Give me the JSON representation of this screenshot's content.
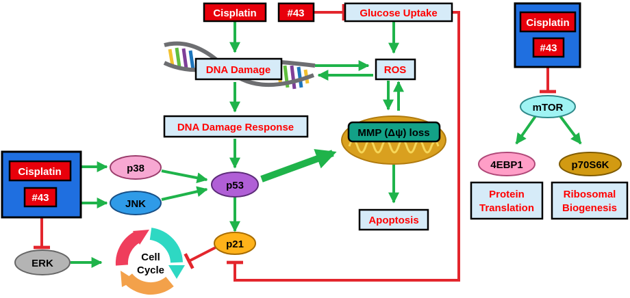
{
  "colors": {
    "green_arrow": "#1fb34a",
    "inhibit_red": "#e3262d",
    "red_box": "#e8000b",
    "blue_panel": "#1f6fe0",
    "light_blue_box": "#d6ebf8",
    "red_text": "#ff0000",
    "p38_pink": "#f7a8d2",
    "jnk_blue": "#2f9be8",
    "p53_purple": "#b05fd6",
    "p21_orange": "#ffb21a",
    "mtor_cyan": "#9ff3f3",
    "erk_gray": "#b4b4b4",
    "mito_orange": "#d9a01f",
    "mmp_teal": "#13a187",
    "ebp1_pink": "#ff9ec7",
    "p70_olive": "#d29a12"
  },
  "top": {
    "cisplatin_label": "Cisplatin",
    "compound_label": "#43",
    "glucose_uptake_label": "Glucose Uptake"
  },
  "center": {
    "dna_damage_label": "DNA Damage",
    "ros_label": "ROS",
    "ddr_label": "DNA Damage Response",
    "mmp_label": "MMP  (Δψ) loss",
    "apoptosis_label": "Apoptosis"
  },
  "left": {
    "cisplatin_label": "Cisplatin",
    "compound_label": "#43",
    "p38_label": "p38",
    "jnk_label": "JNK",
    "p53_label": "p53",
    "p21_label": "p21",
    "erk_label": "ERK",
    "cell_cycle_line1": "Cell",
    "cell_cycle_line2": "Cycle"
  },
  "right": {
    "cisplatin_label": "Cisplatin",
    "compound_label": "#43",
    "mtor_label": "mTOR",
    "ebp1_label": "4EBP1",
    "p70_label": "p70S6K",
    "protein_translation_line1": "Protein",
    "protein_translation_line2": "Translation",
    "ribosomal_line1": "Ribosomal",
    "ribosomal_line2": "Biogenesis"
  }
}
